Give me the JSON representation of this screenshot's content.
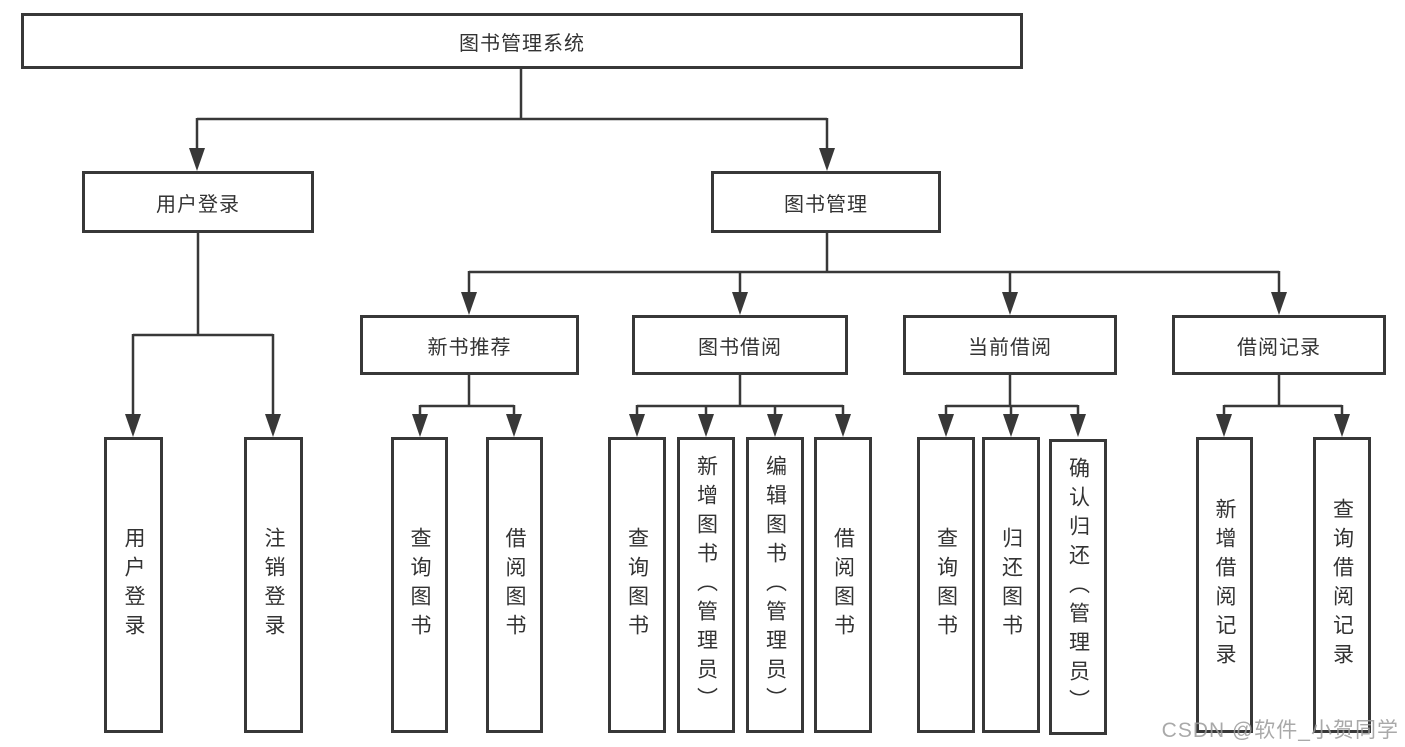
{
  "diagram": {
    "root": {
      "label": "图书管理系统"
    },
    "branches": [
      {
        "label": "用户登录",
        "leaves": [
          {
            "label": "用户登录"
          },
          {
            "label": "注销登录"
          }
        ]
      },
      {
        "label": "图书管理",
        "groups": [
          {
            "label": "新书推荐",
            "leaves": [
              {
                "label": "查询图书"
              },
              {
                "label": "借阅图书"
              }
            ]
          },
          {
            "label": "图书借阅",
            "leaves": [
              {
                "label": "查询图书"
              },
              {
                "label": "新增图书（管理员）"
              },
              {
                "label": "编辑图书（管理员）"
              },
              {
                "label": "借阅图书"
              }
            ]
          },
          {
            "label": "当前借阅",
            "leaves": [
              {
                "label": "查询图书"
              },
              {
                "label": "归还图书"
              },
              {
                "label": "确认归还（管理员）"
              }
            ]
          },
          {
            "label": "借阅记录",
            "leaves": [
              {
                "label": "新增借阅记录"
              },
              {
                "label": "查询借阅记录"
              }
            ]
          }
        ]
      }
    ]
  },
  "watermark": {
    "text": "CSDN @软件_小贺同学"
  },
  "colors": {
    "line": "#383838",
    "box_border": "#383838",
    "box_fill": "#ffffff",
    "text": "#333333",
    "watermark": "#9b9b9b",
    "background": "#ffffff"
  }
}
